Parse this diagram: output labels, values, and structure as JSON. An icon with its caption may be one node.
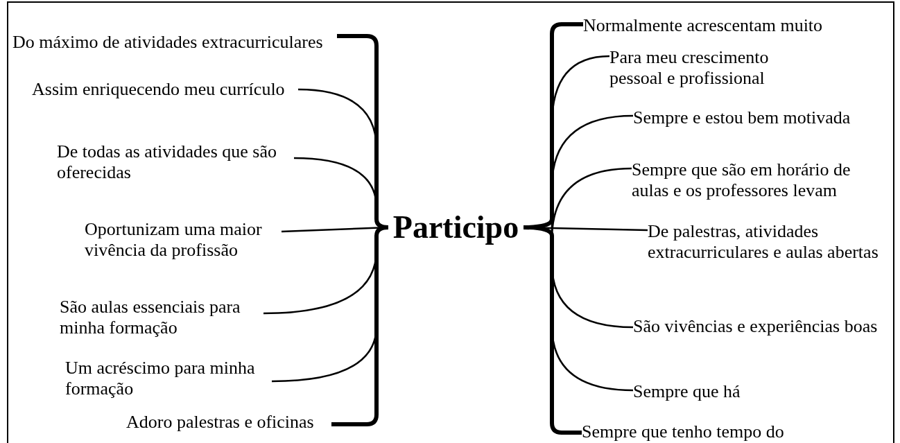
{
  "diagram": {
    "nodes": [
      {
        "text": [
          "Participo"
        ]
      },
      {
        "text": [
          "Do máximo de atividades extracurriculares"
        ]
      },
      {
        "text": [
          "Assim enriquecendo meu currículo"
        ]
      },
      {
        "text": [
          "De todas as atividades que são oferecidas"
        ]
      },
      {
        "text": [
          "Oportunizam uma maior vivência da profissão"
        ]
      },
      {
        "text": [
          "São aulas essenciais para minha formação"
        ]
      },
      {
        "text": [
          "Um acréscimo para minha formação"
        ]
      },
      {
        "text": [
          "Adoro palestras e oficinas"
        ]
      },
      {
        "text": [
          "Normalmente acrescentam muito"
        ]
      },
      {
        "text": [
          "Para meu crescimento pessoal e profissional"
        ]
      },
      {
        "text": [
          "Sempre e estou bem motivada"
        ]
      },
      {
        "text": [
          "Sempre que são em horário de aulas e os professores levam"
        ]
      },
      {
        "text": [
          "De palestras, atividades extracurriculares e aulas abertas"
        ]
      },
      {
        "text": [
          "São vivências e experiências boas"
        ]
      },
      {
        "text": [
          "Sempre que há"
        ]
      },
      {
        "text": [
          "Sempre que tenho tempo do"
        ]
      }
    ],
    "edges": [
      {
        "from": 0,
        "to": 1,
        "arrow": "none",
        "style": "thick"
      },
      {
        "from": 0,
        "to": 2,
        "arrow": "none"
      },
      {
        "from": 0,
        "to": 3,
        "arrow": "none"
      },
      {
        "from": 0,
        "to": 4,
        "arrow": "none"
      },
      {
        "from": 0,
        "to": 5,
        "arrow": "none"
      },
      {
        "from": 0,
        "to": 6,
        "arrow": "none"
      },
      {
        "from": 0,
        "to": 7,
        "arrow": "none",
        "style": "thick"
      },
      {
        "from": 0,
        "to": 8,
        "arrow": "none",
        "style": "thick"
      },
      {
        "from": 0,
        "to": 9,
        "arrow": "none"
      },
      {
        "from": 0,
        "to": 10,
        "arrow": "none"
      },
      {
        "from": 0,
        "to": 11,
        "arrow": "none"
      },
      {
        "from": 0,
        "to": 12,
        "arrow": "none"
      },
      {
        "from": 0,
        "to": 13,
        "arrow": "none"
      },
      {
        "from": 0,
        "to": 14,
        "arrow": "none"
      },
      {
        "from": 0,
        "to": 15,
        "arrow": "none",
        "style": "thick"
      }
    ]
  }
}
